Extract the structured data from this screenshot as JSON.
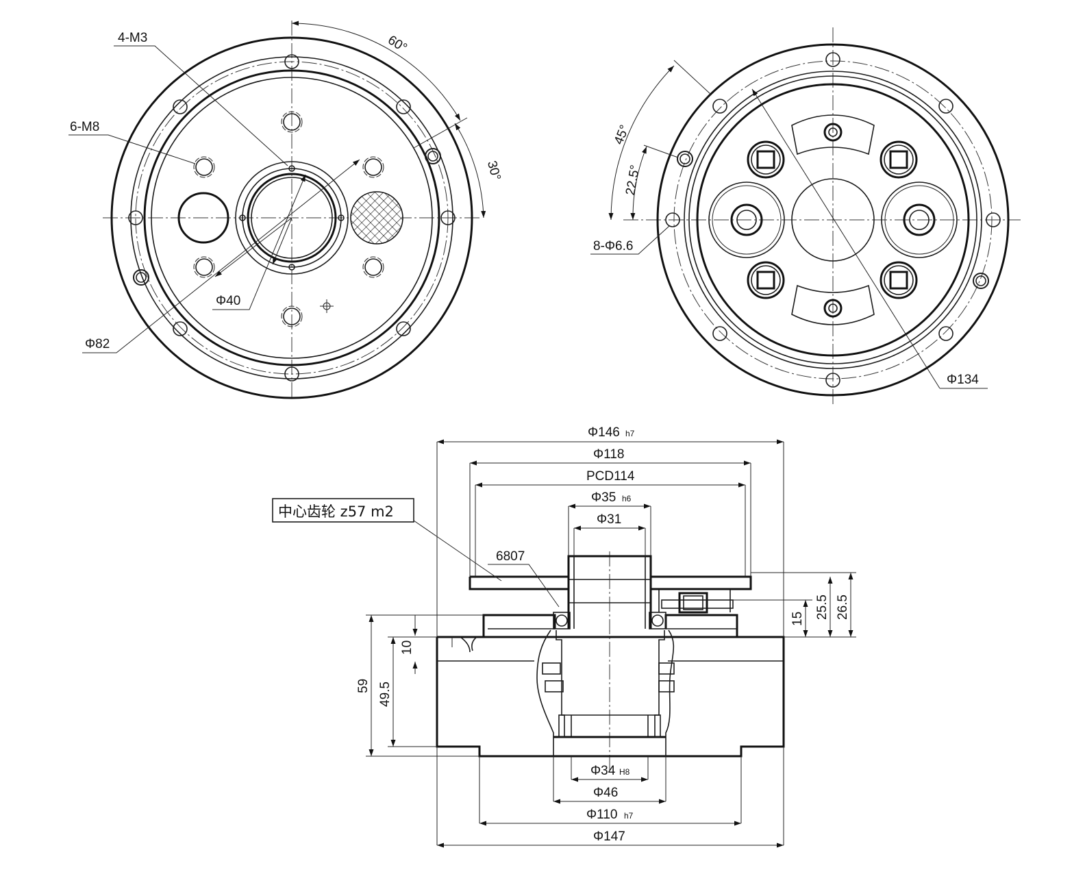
{
  "front_view": {
    "labels": {
      "threads_m3": "4-M3",
      "threads_m8": "6-M8",
      "angle_60": "60°",
      "angle_30": "30°",
      "dia_40": "Φ40",
      "dia_82": "Φ82"
    }
  },
  "rear_view": {
    "labels": {
      "angle_45": "45°",
      "angle_22_5": "22.5°",
      "holes": "8-Φ6.6",
      "dia_134": "Φ134"
    }
  },
  "section_view": {
    "callout": "中心齿轮 z57 m2",
    "bearing": "6807",
    "top_dims": {
      "d146": "Φ146",
      "d146_tol": "h7",
      "d118": "Φ118",
      "pcd114": "PCD114",
      "d35": "Φ35",
      "d35_tol": "h6",
      "d31": "Φ31"
    },
    "bottom_dims": {
      "d34": "Φ34",
      "d34_tol": "H8",
      "d46": "Φ46",
      "d110": "Φ110",
      "d110_tol": "h7",
      "d147": "Φ147"
    },
    "side_dims": {
      "h59": "59",
      "h49_5": "49.5",
      "h10": "10",
      "h15": "15",
      "h25_5": "25.5",
      "h26_5": "26.5"
    }
  }
}
